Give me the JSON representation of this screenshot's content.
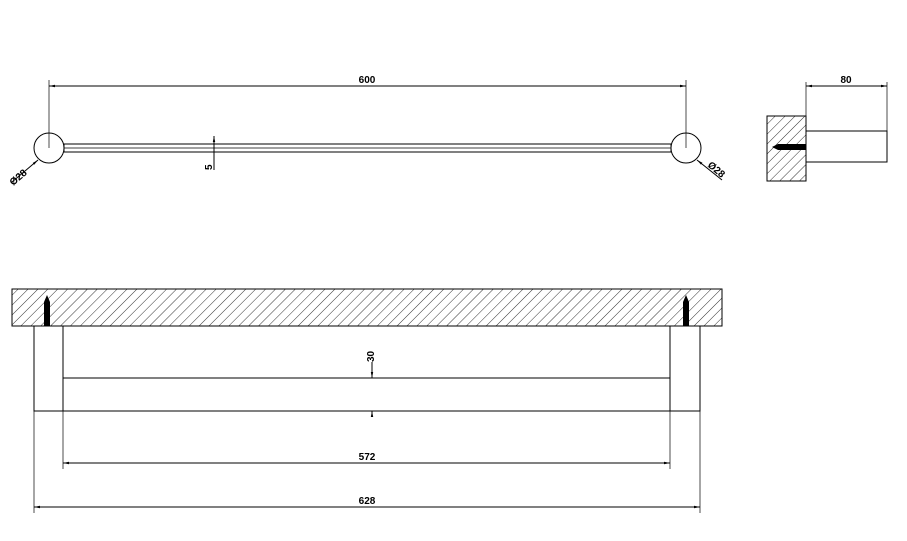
{
  "top_view": {
    "length_label": "600",
    "bar_thickness_label": "5",
    "left_diameter_label": "Ø28",
    "right_diameter_label": "Ø28"
  },
  "side_view": {
    "projection_label": "80"
  },
  "front_view": {
    "bar_height_label": "30",
    "inner_length_label": "572",
    "overall_length_label": "628"
  },
  "colors": {
    "line": "#000000",
    "background": "#ffffff"
  }
}
